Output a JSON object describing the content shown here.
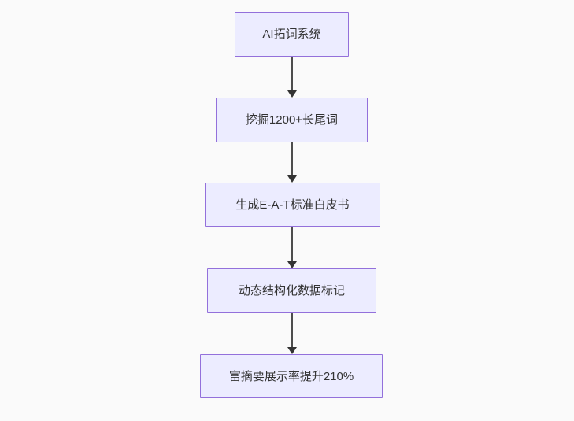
{
  "diagram": {
    "type": "flowchart",
    "direction": "top-down",
    "nodes": [
      {
        "label": "AI拓词系统"
      },
      {
        "label": "挖掘1200+长尾词"
      },
      {
        "label": "生成E-A-T标准白皮书"
      },
      {
        "label": "动态结构化数据标记"
      },
      {
        "label": "富摘要展示率提升210%"
      }
    ],
    "edges": [
      {
        "from": 0,
        "to": 1,
        "style": "arrow"
      },
      {
        "from": 1,
        "to": 2,
        "style": "arrow"
      },
      {
        "from": 2,
        "to": 3,
        "style": "arrow"
      },
      {
        "from": 3,
        "to": 4,
        "style": "arrow"
      }
    ],
    "colors": {
      "node_fill": "#ECECFF",
      "node_border": "#9370DB",
      "text_color": "#333333",
      "arrow_color": "#333333",
      "line_color": "#4d4d4d",
      "bg_color": "#FAFAFA"
    }
  }
}
